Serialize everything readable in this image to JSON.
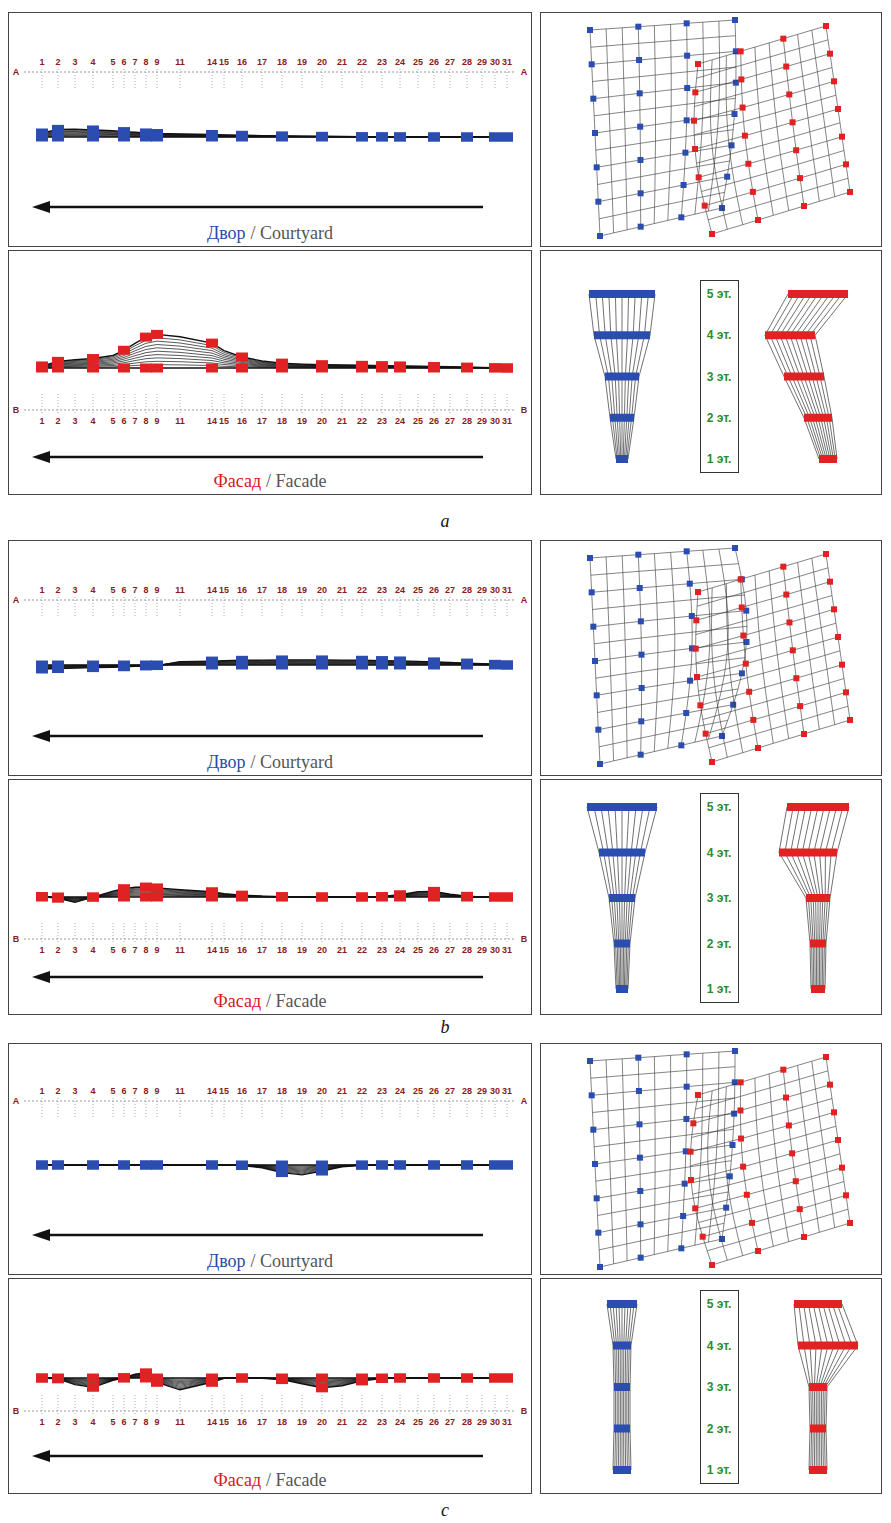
{
  "diagram": {
    "nodes": [
      {
        "text": [
          "Двор",
          "/ Courtyard"
        ]
      },
      {
        "text": [
          "Фасад",
          "/ Facade"
        ]
      },
      {
        "text": [
          "5 эт.",
          "4 эт.",
          "3 эт.",
          "2 эт.",
          "1 эт."
        ]
      },
      {
        "text": [
          "Двор",
          "/ Courtyard"
        ]
      },
      {
        "text": [
          "Фасад",
          "/ Facade"
        ]
      },
      {
        "text": [
          "5 эт.",
          "4 эт.",
          "3 эт.",
          "2 эт.",
          "1 эт."
        ]
      },
      {
        "text": [
          "Двор",
          "/ Courtyard"
        ]
      },
      {
        "text": [
          "Фасад",
          "/ Facade"
        ]
      },
      {
        "text": [
          "5 эт.",
          "4 эт.",
          "3 эт.",
          "2 эт.",
          "1 эт."
        ]
      }
    ],
    "labels": [
      "A",
      "1",
      "2",
      "3",
      "4",
      "5",
      "6",
      "7",
      "8",
      "9",
      "11",
      "14",
      "15",
      "16",
      "17",
      "18",
      "19",
      "20",
      "21",
      "22",
      "23",
      "24",
      "25",
      "26",
      "27",
      "28",
      "29",
      "30",
      "31",
      "A",
      "B",
      "1",
      "2",
      "3",
      "4",
      "5",
      "6",
      "7",
      "8",
      "9",
      "11",
      "14",
      "15",
      "16",
      "17",
      "18",
      "19",
      "20",
      "21",
      "22",
      "23",
      "24",
      "25",
      "26",
      "27",
      "28",
      "29",
      "30",
      "31",
      "B",
      "a",
      "A",
      "1",
      "2",
      "3",
      "4",
      "5",
      "6",
      "7",
      "8",
      "9",
      "11",
      "14",
      "15",
      "16",
      "17",
      "18",
      "19",
      "20",
      "21",
      "22",
      "23",
      "24",
      "25",
      "26",
      "27",
      "28",
      "29",
      "30",
      "31",
      "A",
      "B",
      "1",
      "2",
      "3",
      "4",
      "5",
      "6",
      "7",
      "8",
      "9",
      "11",
      "14",
      "15",
      "16",
      "17",
      "18",
      "19",
      "20",
      "21",
      "22",
      "23",
      "24",
      "25",
      "26",
      "27",
      "28",
      "29",
      "30",
      "31",
      "B",
      "b",
      "A",
      "1",
      "2",
      "3",
      "4",
      "5",
      "6",
      "7",
      "8",
      "9",
      "11",
      "14",
      "15",
      "16",
      "17",
      "18",
      "19",
      "20",
      "21",
      "22",
      "23",
      "24",
      "25",
      "26",
      "27",
      "28",
      "29",
      "30",
      "31",
      "A",
      "B",
      "1",
      "2",
      "3",
      "4",
      "5",
      "6",
      "7",
      "8",
      "9",
      "11",
      "14",
      "15",
      "16",
      "17",
      "18",
      "19",
      "20",
      "21",
      "22",
      "23",
      "24",
      "25",
      "26",
      "27",
      "28",
      "29",
      "30",
      "31",
      "B",
      "c"
    ]
  }
}
